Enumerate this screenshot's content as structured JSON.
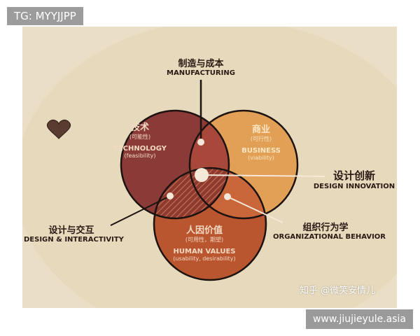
{
  "top_tag": "TG: MYYJJPP",
  "bottom_url": "www.jiujieyule.asia",
  "watermark": "知乎 @微笑安情儿",
  "diagram": {
    "top_label": {
      "cn": "制造与成本",
      "en": "MANUFACTURING"
    },
    "technology": {
      "cn": "技术",
      "sub": "(可能性)",
      "en": "TECHNOLOGY",
      "en_sub": "(feasibility)"
    },
    "business": {
      "cn": "商业",
      "sub": "(可行性)",
      "en": "BUSINESS",
      "en_sub": "(viability)"
    },
    "human": {
      "cn": "人因价值",
      "sub": "(可用性，期望)",
      "en": "HUMAN VALUES",
      "en_sub": "(usability, desirability)"
    },
    "design_innovation": {
      "cn": "设计创新",
      "en": "DESIGN INNOVATION"
    },
    "design_interactivity": {
      "cn": "设计与交互",
      "en": "DESIGN & INTERACTIVITY"
    },
    "org_behavior": {
      "cn": "组织行为学",
      "en": "ORGANIZATIONAL BEHAVIOR"
    }
  },
  "colors": {
    "paper": "#eadfc6",
    "technology": "#8a3b38",
    "business": "#e1a055",
    "human": "#b9562f",
    "outline": "#1c1210"
  }
}
